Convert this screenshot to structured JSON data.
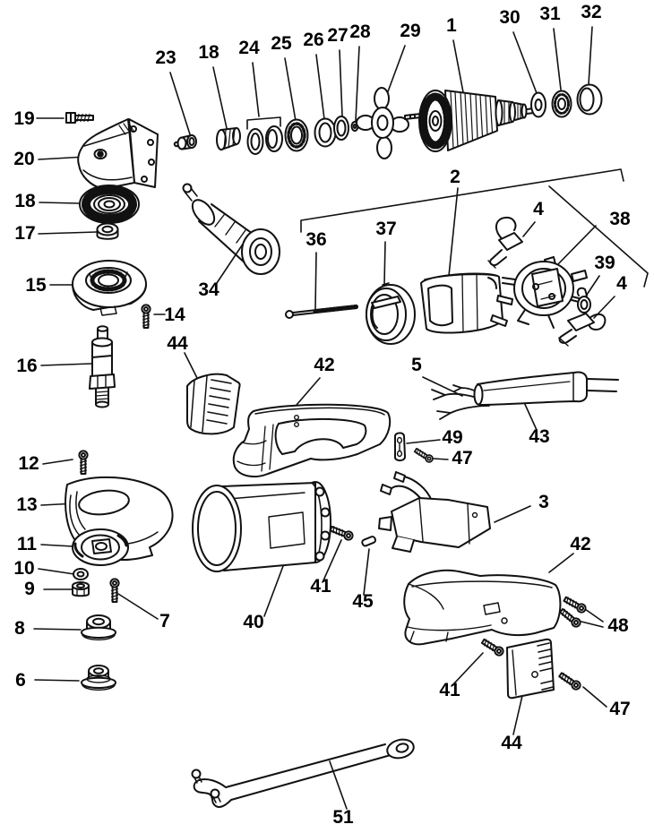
{
  "diagram": {
    "type": "exploded-parts-diagram",
    "subject": "Angle grinder exploded parts view",
    "ink_color": "#111111",
    "paper_color": "#ffffff",
    "callouts": [
      {
        "label": "19"
      },
      {
        "label": "20"
      },
      {
        "label": "18"
      },
      {
        "label": "17"
      },
      {
        "label": "15"
      },
      {
        "label": "14"
      },
      {
        "label": "16"
      },
      {
        "label": "34"
      },
      {
        "label": "44"
      },
      {
        "label": "23"
      },
      {
        "label": "18"
      },
      {
        "label": "24"
      },
      {
        "label": "25"
      },
      {
        "label": "26"
      },
      {
        "label": "27"
      },
      {
        "label": "28"
      },
      {
        "label": "29"
      },
      {
        "label": "1"
      },
      {
        "label": "30"
      },
      {
        "label": "31"
      },
      {
        "label": "32"
      },
      {
        "label": "2"
      },
      {
        "label": "36"
      },
      {
        "label": "37"
      },
      {
        "label": "4"
      },
      {
        "label": "38"
      },
      {
        "label": "39"
      },
      {
        "label": "4"
      },
      {
        "label": "42"
      },
      {
        "label": "5"
      },
      {
        "label": "43"
      },
      {
        "label": "49"
      },
      {
        "label": "47"
      },
      {
        "label": "12"
      },
      {
        "label": "13"
      },
      {
        "label": "11"
      },
      {
        "label": "10"
      },
      {
        "label": "9"
      },
      {
        "label": "7"
      },
      {
        "label": "8"
      },
      {
        "label": "6"
      },
      {
        "label": "40"
      },
      {
        "label": "41"
      },
      {
        "label": "45"
      },
      {
        "label": "3"
      },
      {
        "label": "42"
      },
      {
        "label": "48"
      },
      {
        "label": "41"
      },
      {
        "label": "44"
      },
      {
        "label": "47"
      },
      {
        "label": "51"
      }
    ]
  }
}
